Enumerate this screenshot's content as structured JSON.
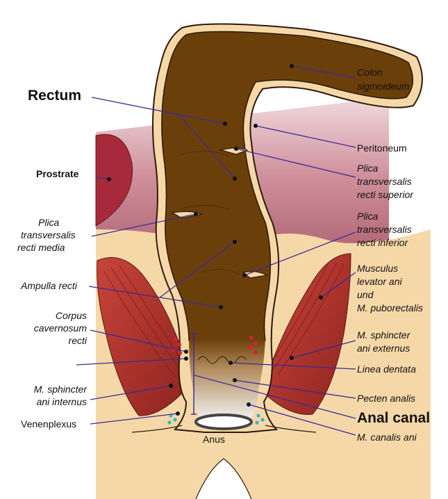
{
  "labels": {
    "rectum": "Rectum",
    "prostrate": "Prostrate",
    "plica_media": [
      "Plica",
      "transversalis",
      "recti media"
    ],
    "ampulla": "Ampulla recti",
    "corpus": [
      "Corpus",
      "cavernosum",
      "recti"
    ],
    "sphincter_internus": [
      "M. sphincter",
      "ani internus"
    ],
    "venenplexus": "Venenplexus",
    "anus": "Anus",
    "colon": [
      "Colon",
      "sigmoideum"
    ],
    "peritoneum": "Peritoneum",
    "plica_superior": [
      "Plica",
      "transversalis",
      "recti superior"
    ],
    "plica_inferior": [
      "Plica",
      "transversalis",
      "recti inferior"
    ],
    "levator": [
      "Musculus",
      "levator ani",
      "und",
      "M. puborectalis"
    ],
    "sphincter_externus": [
      "M. sphincter",
      "ani externus"
    ],
    "linea": "Linea dentata",
    "pecten": "Pecten analis",
    "anal_canal": "Anal canal",
    "canalis": "M. canalis ani"
  },
  "colors": {
    "lumen": "#6b3f0a",
    "wall": "#f6d8a8",
    "outline": "#2a1a0a",
    "pelvis": "#b06878",
    "prostate": "#a82a3a",
    "muscle": "#a8322e",
    "leader": "#3a2a9a"
  }
}
